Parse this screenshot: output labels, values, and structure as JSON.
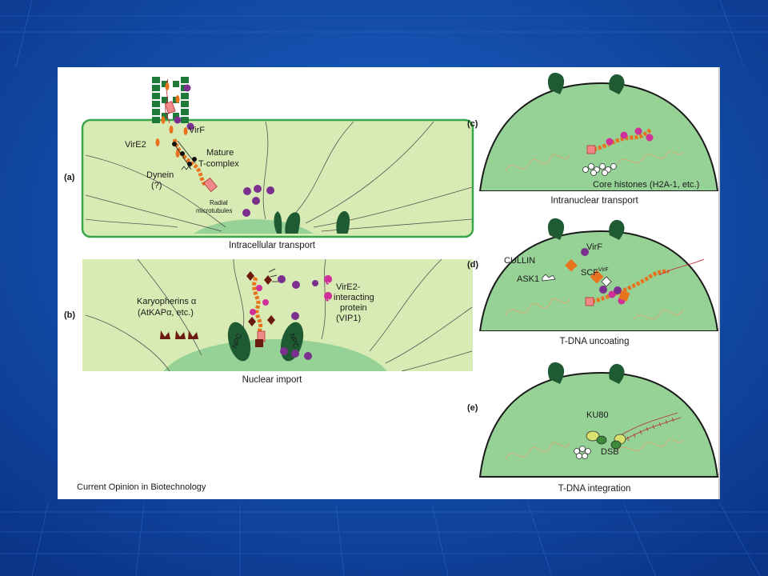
{
  "colors": {
    "slide_background": "#1452b4",
    "cytoplasm": "#d9ebb4",
    "cell_wall": "#3aa64a",
    "nucleus": "#96d296",
    "npc": "#1e5a32",
    "tcomplex": "#e8731e",
    "virf": "#7b2f8e",
    "vire2_interacting": "#d0309a",
    "karyopherin": "#6b1a10",
    "panel_divider": "#ffffff"
  },
  "panels": {
    "a": {
      "tag": "(a)",
      "caption": "Intracellular transport",
      "labels": {
        "vire2": "VirE2",
        "virf": "VirF",
        "mature_line1": "Mature",
        "mature_line2": "T-complex",
        "dynein_line1": "Dynein",
        "dynein_line2": "(?)",
        "radial_line1": "Radial",
        "radial_line2": "microtubules"
      }
    },
    "b": {
      "tag": "(b)",
      "caption": "Nuclear import",
      "labels": {
        "karyo_line1": "Karyopherins α",
        "karyo_line2": "(AtKAPα, etc.)",
        "vire2i_line1": "VirE2-",
        "vire2i_line2": "interacting",
        "vire2i_line3": "protein",
        "vire2i_line4": "(VIP1)",
        "npc": "NPC"
      }
    },
    "c": {
      "tag": "(c)",
      "caption": "Intranuclear transport",
      "labels": {
        "core_histones": "Core histones (H2A-1, etc.)"
      }
    },
    "d": {
      "tag": "(d)",
      "caption": "T-DNA uncoating",
      "labels": {
        "virf": "VirF",
        "cullin": "CULLIN",
        "ask1": "ASK1",
        "scf": "SCF",
        "scf_sup": "VirF"
      }
    },
    "e": {
      "tag": "(e)",
      "caption": "T-DNA integration",
      "labels": {
        "ku80": "KU80",
        "dsb": "DSB"
      }
    }
  },
  "footer": {
    "source": "Current Opinion in Biotechnology"
  }
}
